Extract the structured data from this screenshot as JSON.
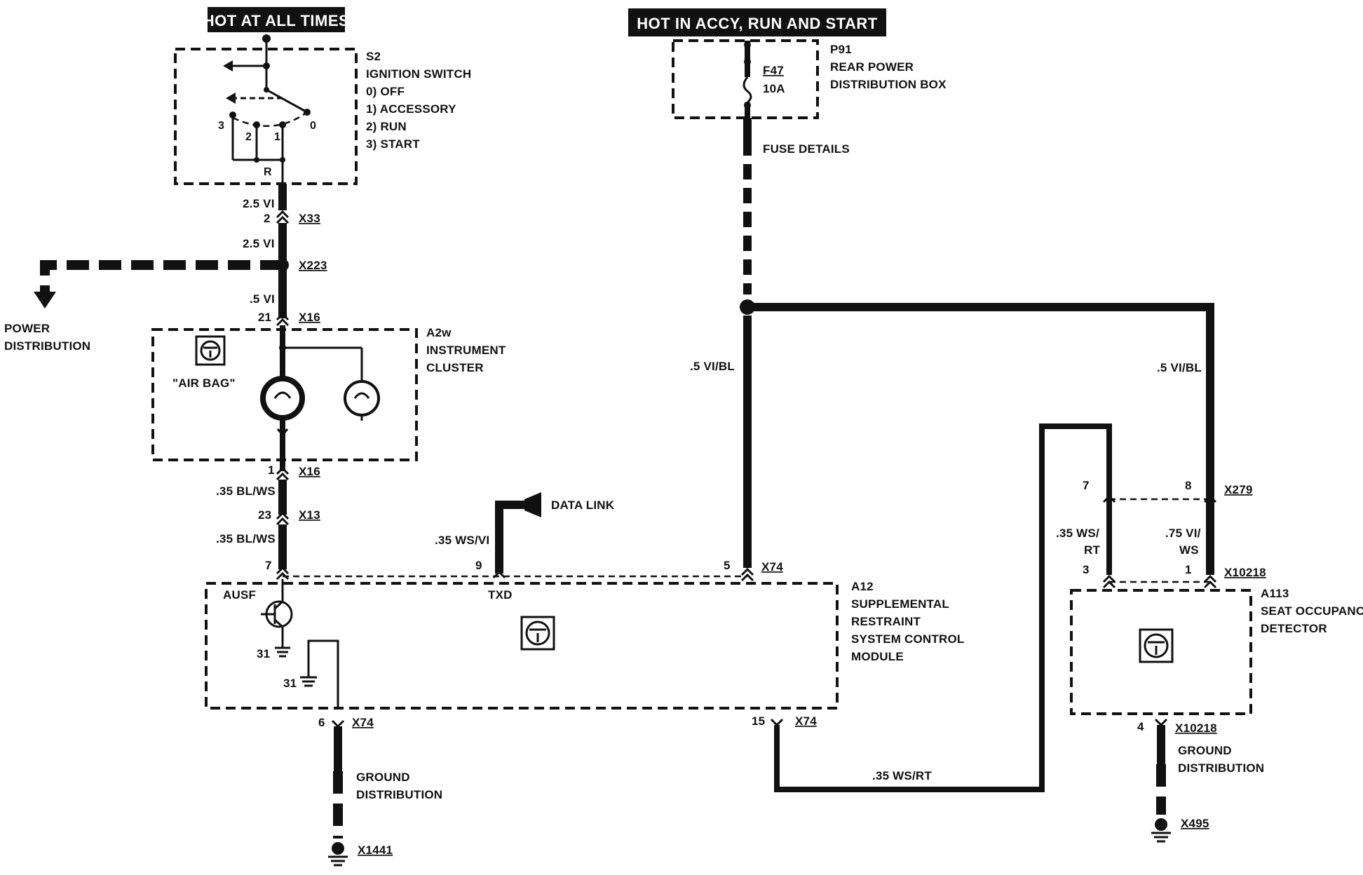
{
  "banners": {
    "hot_at_all_times": "HOT AT ALL TIMES",
    "hot_in_accy": "HOT IN ACCY, RUN AND START"
  },
  "ignition_switch": {
    "ref": "S2",
    "name": "IGNITION SWITCH",
    "positions": [
      "0)   OFF",
      "1)   ACCESSORY",
      "2)   RUN",
      "3)   START"
    ],
    "terminal_labels": [
      "3",
      "2",
      "1",
      "0",
      "R"
    ]
  },
  "fuse_box": {
    "ref": "P91",
    "name_line1": "REAR POWER",
    "name_line2": "DISTRIBUTION BOX",
    "fuse_id": "F47",
    "fuse_rating": "10A",
    "details": "FUSE DETAILS"
  },
  "instrument_cluster": {
    "ref": "A2w",
    "name_line1": "INSTRUMENT",
    "name_line2": "CLUSTER",
    "lamp_label": "\"AIR BAG\""
  },
  "srs_module": {
    "ref": "A12",
    "name_lines": [
      "SUPPLEMENTAL",
      "RESTRAINT",
      "SYSTEM CONTROL",
      "MODULE"
    ],
    "ausf": "AUSF",
    "txd": "TXD",
    "ground_pins": [
      "31",
      "31"
    ]
  },
  "seat_detector": {
    "ref": "A113",
    "name_line1": "SEAT OCCUPANCY",
    "name_line2": "DETECTOR"
  },
  "power_distribution": {
    "line1": "POWER",
    "line2": "DISTRIBUTION"
  },
  "data_link": "DATA LINK",
  "ground_distribution": {
    "line1": "GROUND",
    "line2": "DISTRIBUTION"
  },
  "wires": {
    "w_25vi_a": "2.5 VI",
    "w_25vi_b": "2.5 VI",
    "w_5vi": ".5 VI",
    "w_35blws_a": ".35 BL/WS",
    "w_35blws_b": ".35 BL/WS",
    "w_35wsvi": ".35 WS/VI",
    "w_5vibl_left": ".5 VI/BL",
    "w_5vibl_right": ".5 VI/BL",
    "w_35wsrt_bottom": ".35 WS/RT",
    "w_35wsrt_right_l1": ".35 WS/",
    "w_35wsrt_right_l2": "RT",
    "w_75viws_l1": ".75 VI/",
    "w_75viws_l2": "WS"
  },
  "connectors": {
    "x33": "X33",
    "x223": "X223",
    "x16_top": "X16",
    "x16_bottom": "X16",
    "x13": "X13",
    "x74_top": "X74",
    "x74_bottom_left": "X74",
    "x74_bottom_right": "X74",
    "x279": "X279",
    "x10218_top": "X10218",
    "x10218_bottom": "X10218",
    "x1441": "X1441",
    "x495": "X495"
  },
  "pins": {
    "p_x33": "2",
    "p_x16_top": "21",
    "p_x16_bottom": "1",
    "p_x13": "23",
    "p_a12_7": "7",
    "p_a12_9": "9",
    "p_a12_5": "5",
    "p_a12_6": "6",
    "p_a12_15": "15",
    "p_x279_7": "7",
    "p_x279_8": "8",
    "p_a113_3": "3",
    "p_a113_1": "1",
    "p_a113_4": "4"
  }
}
